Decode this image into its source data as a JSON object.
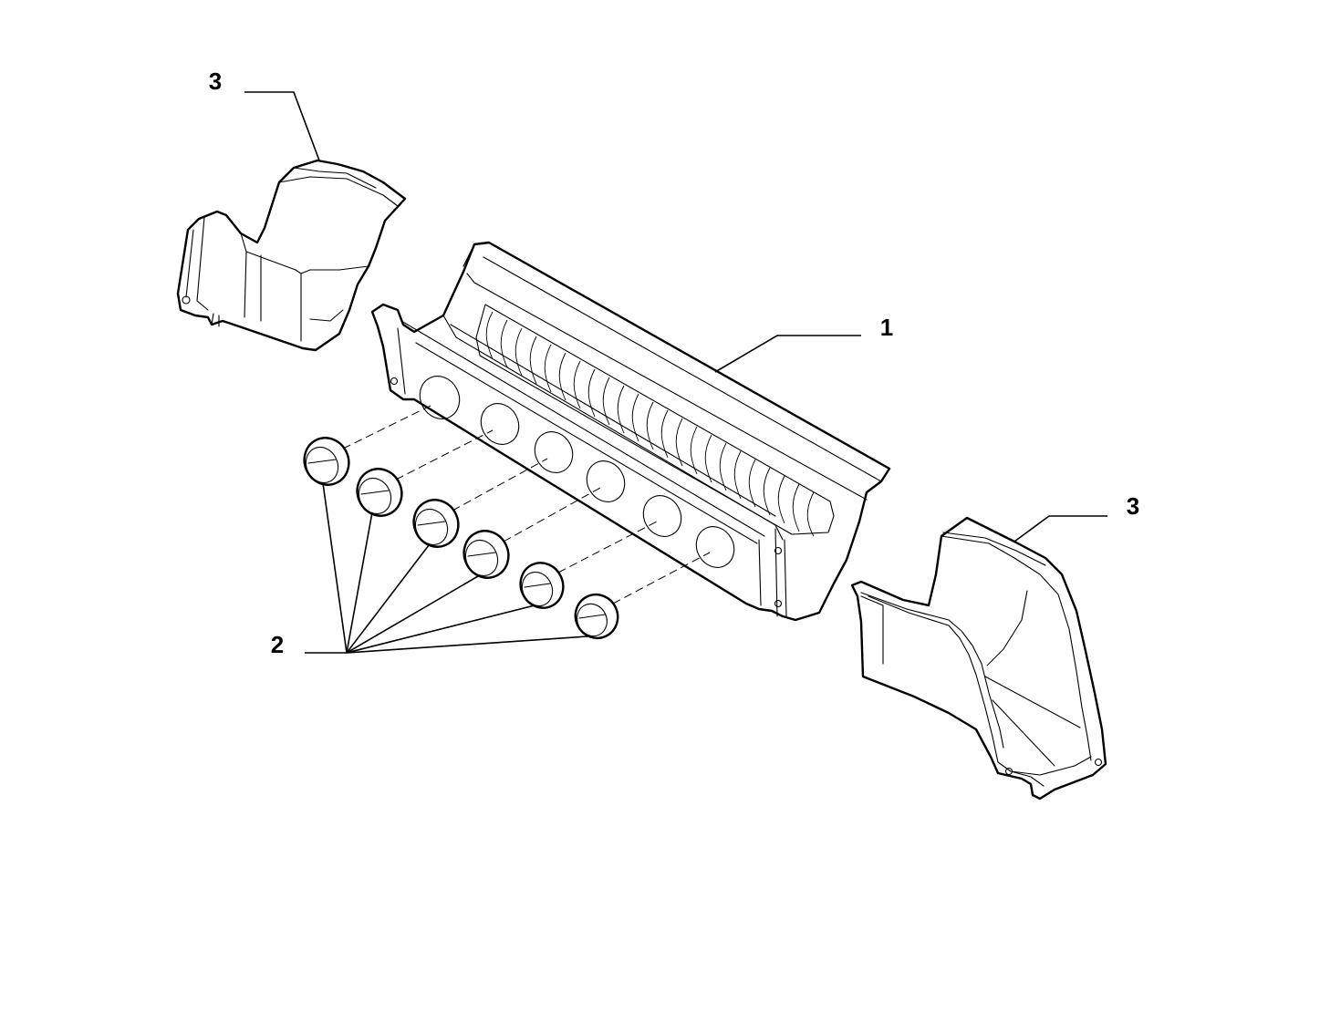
{
  "callouts": {
    "part_1": "1",
    "part_2": "2",
    "part_3_left": "3",
    "part_3_right": "3"
  },
  "colors": {
    "line": "#000000",
    "background": "#ffffff"
  }
}
